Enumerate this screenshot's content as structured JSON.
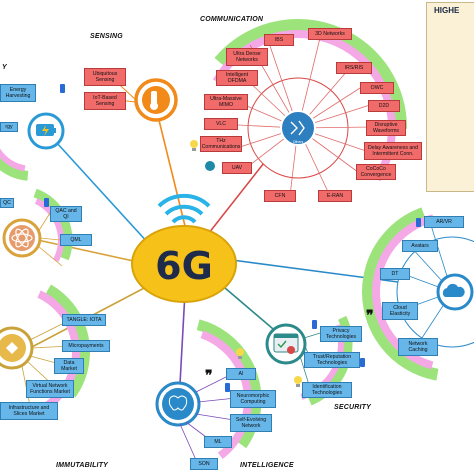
{
  "hub": {
    "label": "6G"
  },
  "sections": {
    "communication": "COMMUNICATION",
    "sensing": "SENSING",
    "security": "SECURITY",
    "intelligence": "INTELLIGENCE",
    "immutability": "IMMUTABILITY",
    "energy_partial": "Y"
  },
  "legend": {
    "title": "HIGHE"
  },
  "communication_items": {
    "ibs": "IBS",
    "networks_3d": "3D Networks",
    "ultra_dense": "Ultra Dense\nNetworks",
    "irs_ris": "IRS/RIS",
    "intelligent_ofdma": "Intelligent\nOFDMA",
    "owc": "OWC",
    "ultra_massive_mimo": "Ultra-Massive\nMIMO",
    "d2d": "D2D",
    "vlc": "VLC",
    "disruptive_waveforms": "Disruptive\nWaveforms",
    "thz": "THz\nCommunications",
    "delay_awareness": "Delay Awareness and\nIntermittent Conn.",
    "uav": "UAV",
    "cococo": "CoCoCo\nConvergence",
    "cfn": "CFN",
    "e_ran": "E-RAN",
    "hub_icon": "Others"
  },
  "sensing_items": {
    "ubiquitous": "Ubiquitous\nSensing",
    "iot_based": "IoT-Based\nSensing"
  },
  "energy_items": {
    "energy_harvesting": "Energy\nHarvesting",
    "energy_partial": "rgy"
  },
  "quantum_items": {
    "qc_partial": "QC",
    "qac_qi": "QAC and\nQI",
    "qml": "QML"
  },
  "xr_items": {
    "ar_vr": "AR/VR",
    "avatars": "Avatars",
    "dt": "DT",
    "cloud_elasticity": "Cloud\nElasticity",
    "network_caching": "Network\nCaching"
  },
  "security_items": {
    "privacy": "Privacy\nTechnologies",
    "trust": "Trust/Reputation\nTechnologies",
    "identification": "Identification\nTechnologies"
  },
  "intelligence_items": {
    "ai": "AI",
    "neuromorphic": "Neuromorphic\nComputing",
    "self_evolving": "Self-Evolving\nNetwork",
    "ml": "ML",
    "son": "SON"
  },
  "immutability_items": {
    "tangle": "TANGLE: IOTA",
    "micropayments": "Micropayments",
    "data_market": "Data\nMarket",
    "vnf_market": "Virtual Network\nFunctions Market",
    "infra_market": "Infrastructure and\nSlices Market"
  },
  "colors": {
    "communication_line": "#d94848",
    "sensing_line": "#f28a1a",
    "energy_line": "#2a9ad6",
    "quantum_line": "#d9a23a",
    "xr_line": "#2a8ac9",
    "security_line": "#2d8a8a",
    "intelligence_line": "#7a4ab8",
    "immutability_line": "#c9a23a",
    "hub_fill": "#f6c21a",
    "ring_green": "#9be37a",
    "ring_pink": "#f4a8e6",
    "box_red": "#f26b6b",
    "box_blue": "#66b6ea"
  }
}
